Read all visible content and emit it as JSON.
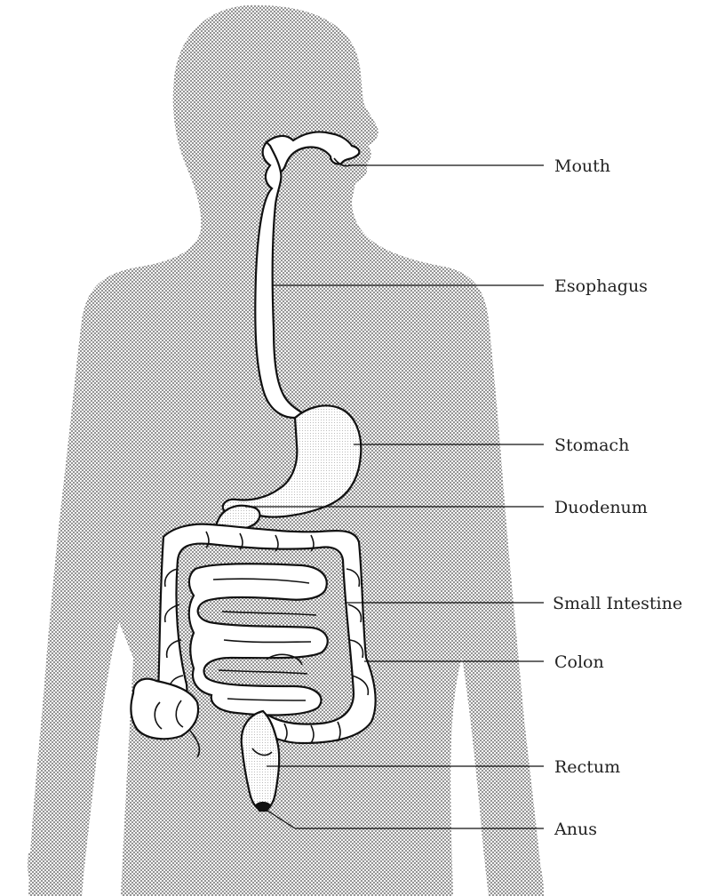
{
  "colors": {
    "background": "#ffffff",
    "silhouette_dots": "#8c8c8c",
    "organ_fill": "#ffffff",
    "outline": "#111111",
    "label_text": "#222222"
  },
  "labels": {
    "mouth": "Mouth",
    "esophagus": "Esophagus",
    "stomach": "Stomach",
    "duodenum": "Duodenum",
    "small_intestine": "Small Intestine",
    "colon": "Colon",
    "rectum": "Rectum",
    "anus": "Anus"
  }
}
